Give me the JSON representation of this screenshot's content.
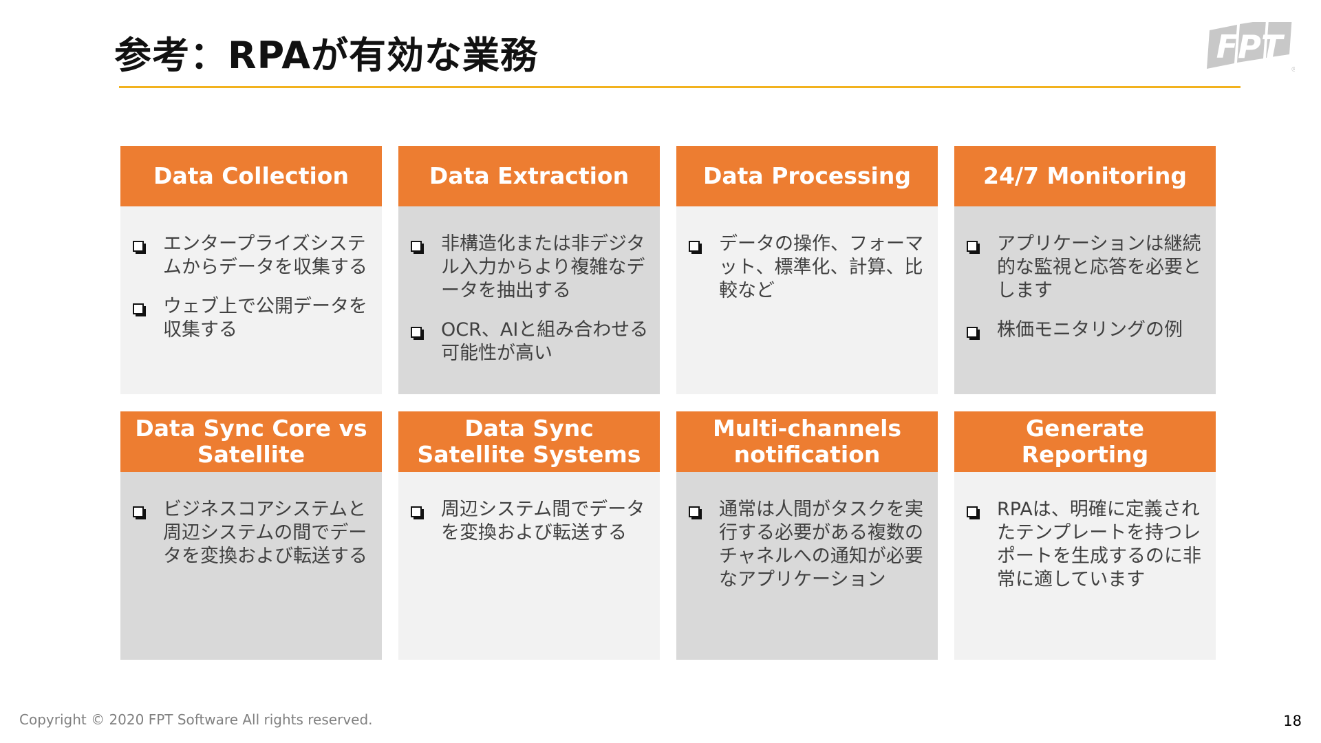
{
  "title": "参考：RPAが有効な業務",
  "logo_text": "FPT",
  "cards": [
    {
      "header": "Data Collection",
      "items": [
        "エンタープライズシステムからデータを収集する",
        "ウェブ上で公開データを収集する"
      ]
    },
    {
      "header": "Data Extraction",
      "items": [
        "非構造化または非デジタル入力からより複雑なデータを抽出する",
        "OCR、AIと組み合わせる可能性が高い"
      ]
    },
    {
      "header": "Data Processing",
      "items": [
        "データの操作、フォーマット、標準化、計算、比較など"
      ]
    },
    {
      "header": "24/7 Monitoring",
      "items": [
        "アプリケーションは継続的な監視と応答を必要とします",
        "株価モニタリングの例"
      ]
    },
    {
      "header": "Data Sync Core vs Satellite",
      "items": [
        "ビジネスコアシステムと周辺システムの間でデータを変換および転送する"
      ]
    },
    {
      "header": "Data Sync Satellite Systems",
      "items": [
        "周辺システム間でデータを変換および転送する"
      ]
    },
    {
      "header": "Multi-channels notification",
      "items": [
        "通常は人間がタスクを実行する必要がある複数のチャネルへの通知が必要なアプリケーション"
      ]
    },
    {
      "header": "Generate Reporting",
      "items": [
        "RPAは、明確に定義されたテンプレートを持つレポートを生成するのに非常に適しています"
      ]
    }
  ],
  "footer": "Copyright © 2020 FPT Software All rights reserved.",
  "page_number": "18",
  "colors": {
    "accent": "#ed7d31",
    "rule": "#f2b21e",
    "body_light": "#f2f2f2",
    "body_dark": "#d9d9d9"
  }
}
